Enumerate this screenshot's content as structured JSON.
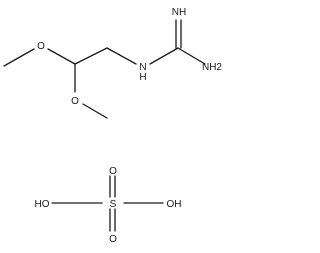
{
  "molecule": {
    "atoms": {
      "O_upper": "O",
      "O_lower": "O",
      "N_amine": "N",
      "H_on_N": "H",
      "NH_imine": "NH",
      "NH2_amino": "NH2"
    }
  },
  "sulfuric_acid": {
    "atoms": {
      "S": "S",
      "O_top": "O",
      "O_bottom": "O",
      "OH_left": "HO",
      "OH_right": "OH"
    }
  }
}
